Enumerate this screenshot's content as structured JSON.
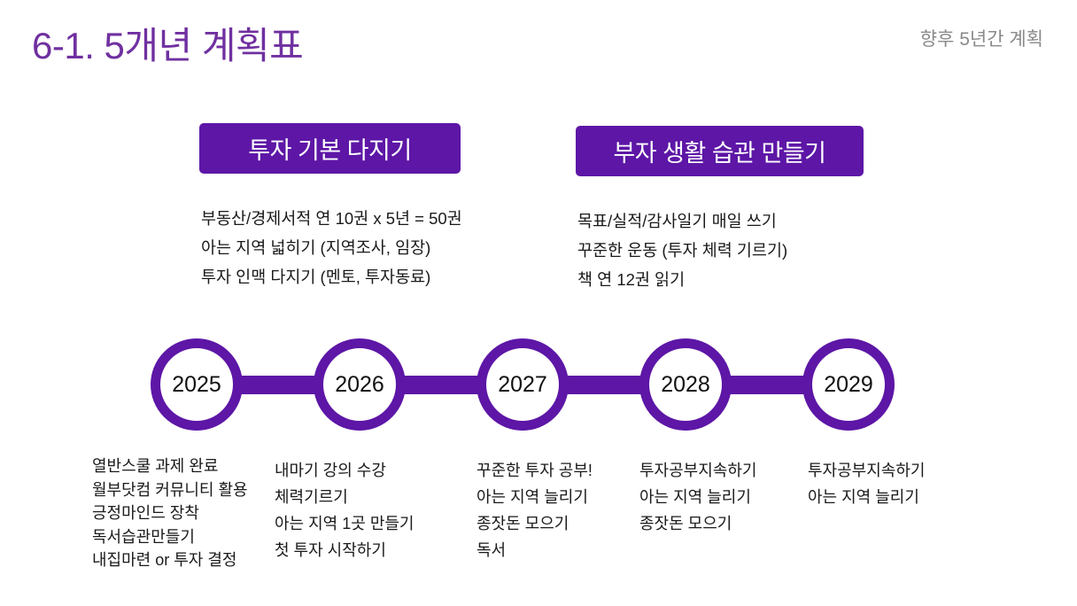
{
  "slide": {
    "title": "6-1. 5개년 계획표",
    "subtitle": "향후 5년간 계획"
  },
  "colors": {
    "accent_purple": "#5d16a6",
    "title_purple": "#7030a0",
    "subtitle_gray": "#8a8a8a"
  },
  "sections": [
    {
      "heading": "투자 기본 다지기",
      "items": [
        "부동산/경제서적 연 10권 x 5년 = 50권",
        "아는 지역 넓히기 (지역조사, 임장)",
        "투자 인맥 다지기 (멘토, 투자동료)"
      ]
    },
    {
      "heading": "부자 생활 습관 만들기",
      "items": [
        "목표/실적/감사일기 매일 쓰기",
        "꾸준한 운동 (투자 체력 기르기)",
        "책 연 12권 읽기"
      ]
    }
  ],
  "timeline": [
    {
      "year": "2025",
      "items": [
        "열반스쿨 과제 완료",
        "월부닷컴 커뮤니티 활용",
        "긍정마인드 장착",
        "독서습관만들기",
        "내집마련 or 투자 결정"
      ]
    },
    {
      "year": "2026",
      "items": [
        "내마기 강의 수강",
        "체력기르기",
        "아는 지역 1곳 만들기",
        "첫 투자 시작하기"
      ]
    },
    {
      "year": "2027",
      "items": [
        "꾸준한 투자 공부!",
        "아는 지역 늘리기",
        "종잣돈 모으기",
        "독서"
      ]
    },
    {
      "year": "2028",
      "items": [
        "투자공부지속하기",
        "아는 지역 늘리기",
        "종잣돈 모으기"
      ]
    },
    {
      "year": "2029",
      "items": [
        "투자공부지속하기",
        "아는 지역 늘리기"
      ]
    }
  ]
}
